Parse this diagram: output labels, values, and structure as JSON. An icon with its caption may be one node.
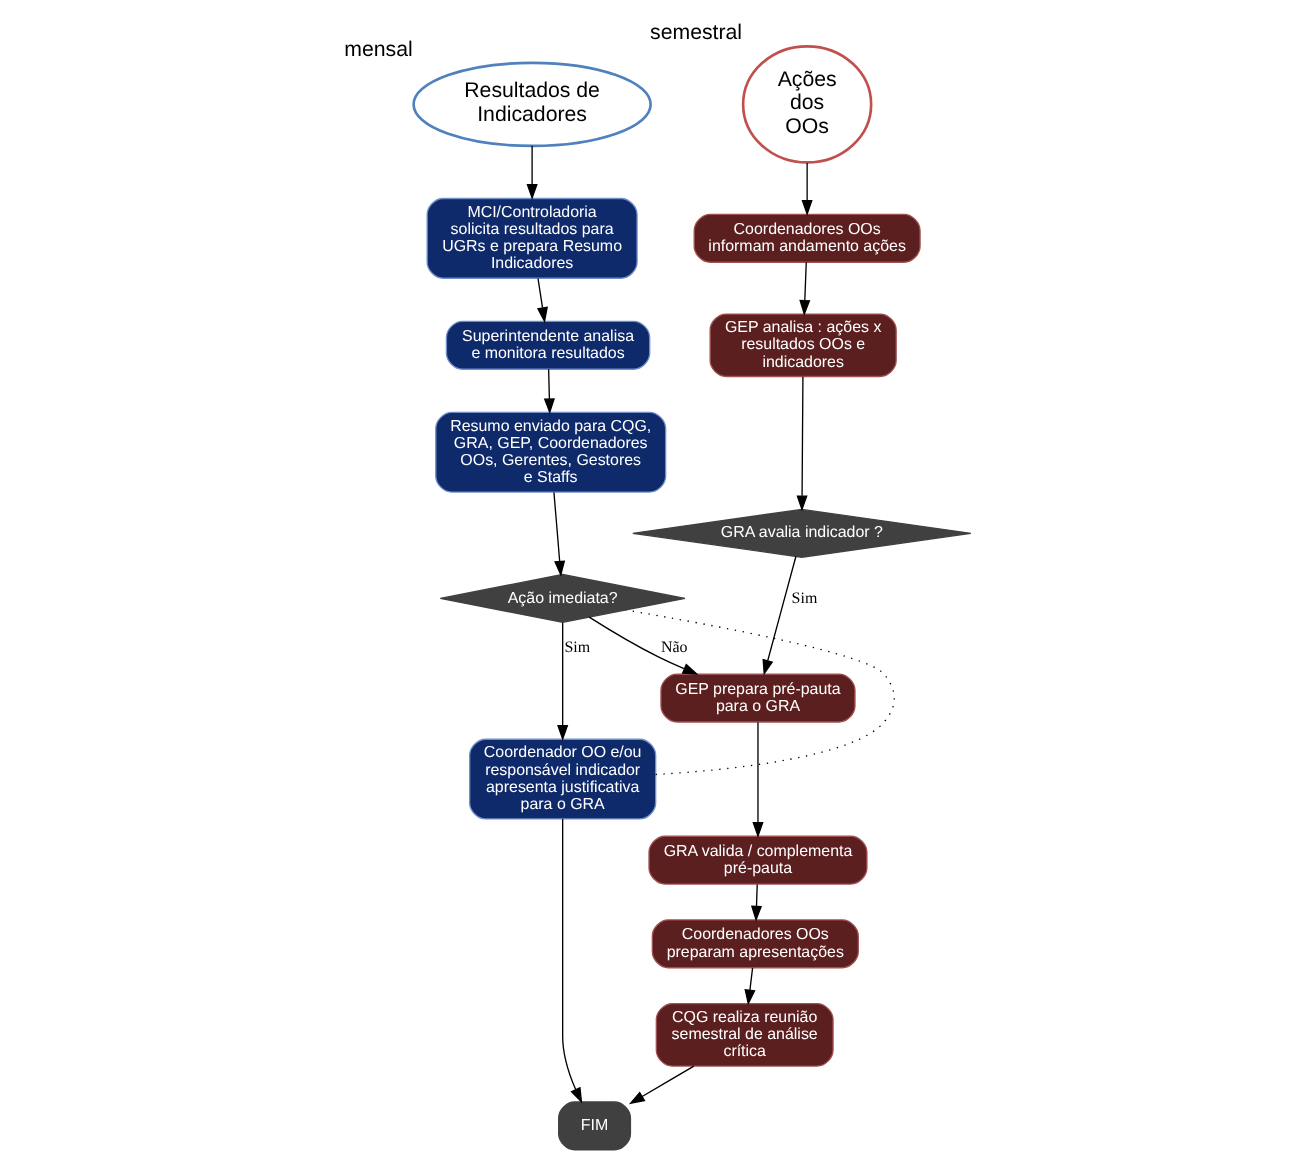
{
  "diagram": {
    "nodes": [
      {
        "text": [
          "Resultados de Indicadores"
        ],
        "beside": [
          "mensal"
        ]
      },
      {
        "text": [
          "Ações dos OOs"
        ],
        "beside": [
          "semestral"
        ]
      },
      {
        "text": [
          "MCI/Controladoria solicita resultados para UGRs e prepara Resumo Indicadores"
        ]
      },
      {
        "text": [
          "Superintendente analisa e monitora resultados"
        ]
      },
      {
        "text": [
          "Resumo enviado para CQG, GRA, GEP, Coordenadores OOs, Gerentes, Gestores e Staffs"
        ]
      },
      {
        "text": [
          "Ação imediata?"
        ]
      },
      {
        "text": [
          "Coordenador OO e/ou responsável indicador apresenta justificativa para o GRA"
        ]
      },
      {
        "text": [
          "Coordenadores OOs informam andamento ações"
        ]
      },
      {
        "text": [
          "GEP analisa : ações x resultados OOs e indicadores"
        ]
      },
      {
        "text": [
          "GRA avalia indicador ?"
        ]
      },
      {
        "text": [
          "GEP prepara pré-pauta para o GRA"
        ]
      },
      {
        "text": [
          "GRA valida / complementa pré-pauta"
        ]
      },
      {
        "text": [
          "Coordenadores OOs preparam apresentações"
        ]
      },
      {
        "text": [
          "CQG realiza reunião semestral de análise crítica"
        ]
      },
      {
        "text": [
          "FIM"
        ]
      }
    ],
    "edges": [
      {
        "from": 0,
        "to": 2,
        "arrow": "to"
      },
      {
        "from": 2,
        "to": 3,
        "arrow": "to"
      },
      {
        "from": 3,
        "to": 4,
        "arrow": "to"
      },
      {
        "from": 4,
        "to": 5,
        "arrow": "to"
      },
      {
        "from": 5,
        "to": 10,
        "arrow": "to",
        "label": "Não"
      },
      {
        "from": 5,
        "to": 6,
        "arrow": "to",
        "label": "Sim"
      },
      {
        "from": 6,
        "to": 5,
        "arrow": "none",
        "style": "dashed"
      },
      {
        "from": 6,
        "to": 14,
        "arrow": "to"
      },
      {
        "from": 1,
        "to": 7,
        "arrow": "to"
      },
      {
        "from": 7,
        "to": 8,
        "arrow": "to"
      },
      {
        "from": 8,
        "to": 9,
        "arrow": "to"
      },
      {
        "from": 9,
        "to": 10,
        "arrow": "to",
        "label": "Sim"
      },
      {
        "from": 10,
        "to": 11,
        "arrow": "to"
      },
      {
        "from": 11,
        "to": 12,
        "arrow": "to"
      },
      {
        "from": 12,
        "to": 13,
        "arrow": "to"
      },
      {
        "from": 13,
        "to": 14,
        "arrow": "to"
      }
    ]
  }
}
